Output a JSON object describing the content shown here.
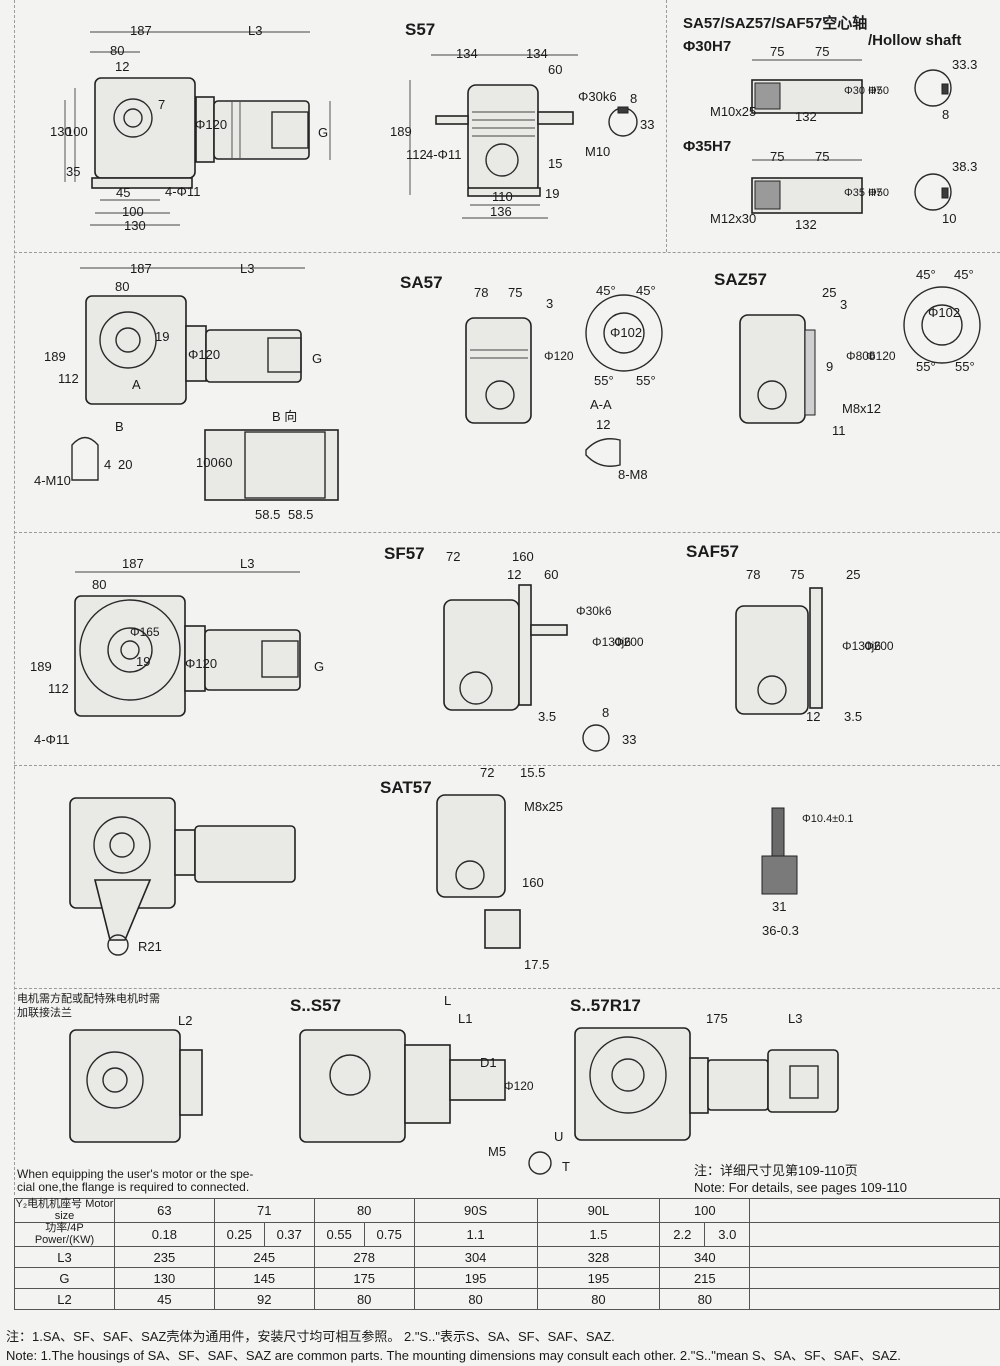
{
  "sections": {
    "s57": {
      "title": "S57",
      "labels": [
        "187",
        "L3",
        "80",
        "12",
        "130",
        "100",
        "35",
        "7",
        "Φ120",
        "G",
        "45",
        "4-Φ11",
        "100",
        "130",
        "134",
        "134",
        "60",
        "Φ30k6",
        "8",
        "33",
        "189",
        "112",
        "4-Φ11",
        "M10",
        "110",
        "136",
        "19",
        "15"
      ]
    },
    "hollow": {
      "title_line1": "SA57/SAZ57/SAF57空心轴",
      "title_line2": "/Hollow shaft",
      "d1": "Φ30H7",
      "d2": "Φ35H7",
      "labels": [
        "75",
        "75",
        "M10x25",
        "132",
        "Φ30 H7",
        "Φ50",
        "33.3",
        "8",
        "75",
        "75",
        "M12x30",
        "132",
        "Φ35 H7",
        "Φ50",
        "38.3",
        "10"
      ]
    },
    "sa57": {
      "title": "SA57",
      "labels": [
        "187",
        "L3",
        "80",
        "19",
        "Φ120",
        "G",
        "189",
        "112",
        "A",
        "B",
        "B 向",
        "20",
        "4",
        "4-M10",
        "100",
        "60",
        "58.5",
        "58.5",
        "78",
        "75",
        "3",
        "Φ120",
        "45°",
        "45°",
        "Φ102",
        "55°",
        "55°",
        "A-A",
        "12",
        "8-M8"
      ]
    },
    "saz57": {
      "title": "SAZ57",
      "labels": [
        "25",
        "3",
        "Φ806",
        "Φ120",
        "9",
        "M8x12",
        "11",
        "45°",
        "45°",
        "Φ102",
        "55°",
        "55°"
      ]
    },
    "sf57": {
      "title": "SF57",
      "labels": [
        "187",
        "L3",
        "80",
        "Φ165",
        "19",
        "Φ120",
        "G",
        "189",
        "112",
        "4-Φ11",
        "72",
        "160",
        "12",
        "60",
        "Φ30k6",
        "Φ130j6",
        "Φ200",
        "8",
        "33",
        "3.5"
      ]
    },
    "saf57": {
      "title": "SAF57",
      "labels": [
        "78",
        "75",
        "25",
        "Φ130j6",
        "Φ200",
        "12",
        "3.5"
      ]
    },
    "sat57": {
      "title": "SAT57",
      "labels": [
        "72",
        "15.5",
        "M8x25",
        "160",
        "17.5",
        "R21",
        "Φ10.4±0.1",
        "31",
        "36-0.3"
      ]
    },
    "flange": {
      "note": "电机需方配或配特殊电机时需",
      "note2": "加联接法兰",
      "l2": "L2",
      "en_note1": "When equipping the user's motor or the spe-",
      "en_note2": "cial one,the flange is required to connected."
    },
    "ss57": {
      "title": "S..S57",
      "labels": [
        "L",
        "L1",
        "D1",
        "Φ120",
        "M5",
        "U",
        "T"
      ]
    },
    "s57r17": {
      "title": "S..57R17",
      "labels": [
        "175",
        "L3"
      ]
    },
    "detail_note_cn": "注：详细尺寸见第109-110页",
    "detail_note_en": "Note: For details, see pages 109-110"
  },
  "table": {
    "rows": [
      {
        "head": "Y₂电机机座号 Motor size",
        "cells": [
          "63",
          "71",
          "80",
          "90S",
          "90L",
          "100"
        ]
      },
      {
        "head": "功率/4P Power/(KW)",
        "cells": [
          "0.18",
          "0.25",
          "0.37",
          "0.55",
          "0.75",
          "1.1",
          "1.5",
          "2.2",
          "3.0"
        ]
      },
      {
        "head": "L3",
        "cells": [
          "235",
          "245",
          "278",
          "304",
          "328",
          "340"
        ]
      },
      {
        "head": "G",
        "cells": [
          "130",
          "145",
          "175",
          "195",
          "195",
          "215"
        ]
      },
      {
        "head": "L2",
        "cells": [
          "45",
          "92",
          "80",
          "80",
          "80",
          "80"
        ]
      }
    ]
  },
  "footer": {
    "cn": "注：1.SA、SF、SAF、SAZ壳体为通用件，安装尺寸均可相互参照。 2.\"S..\"表示S、SA、SF、SAF、SAZ.",
    "en": "Note: 1.The housings of SA、SF、SAF、SAZ are common parts. The mounting dimensions may consult each other.   2.\"S..\"mean S、SA、SF、SAF、SAZ."
  }
}
